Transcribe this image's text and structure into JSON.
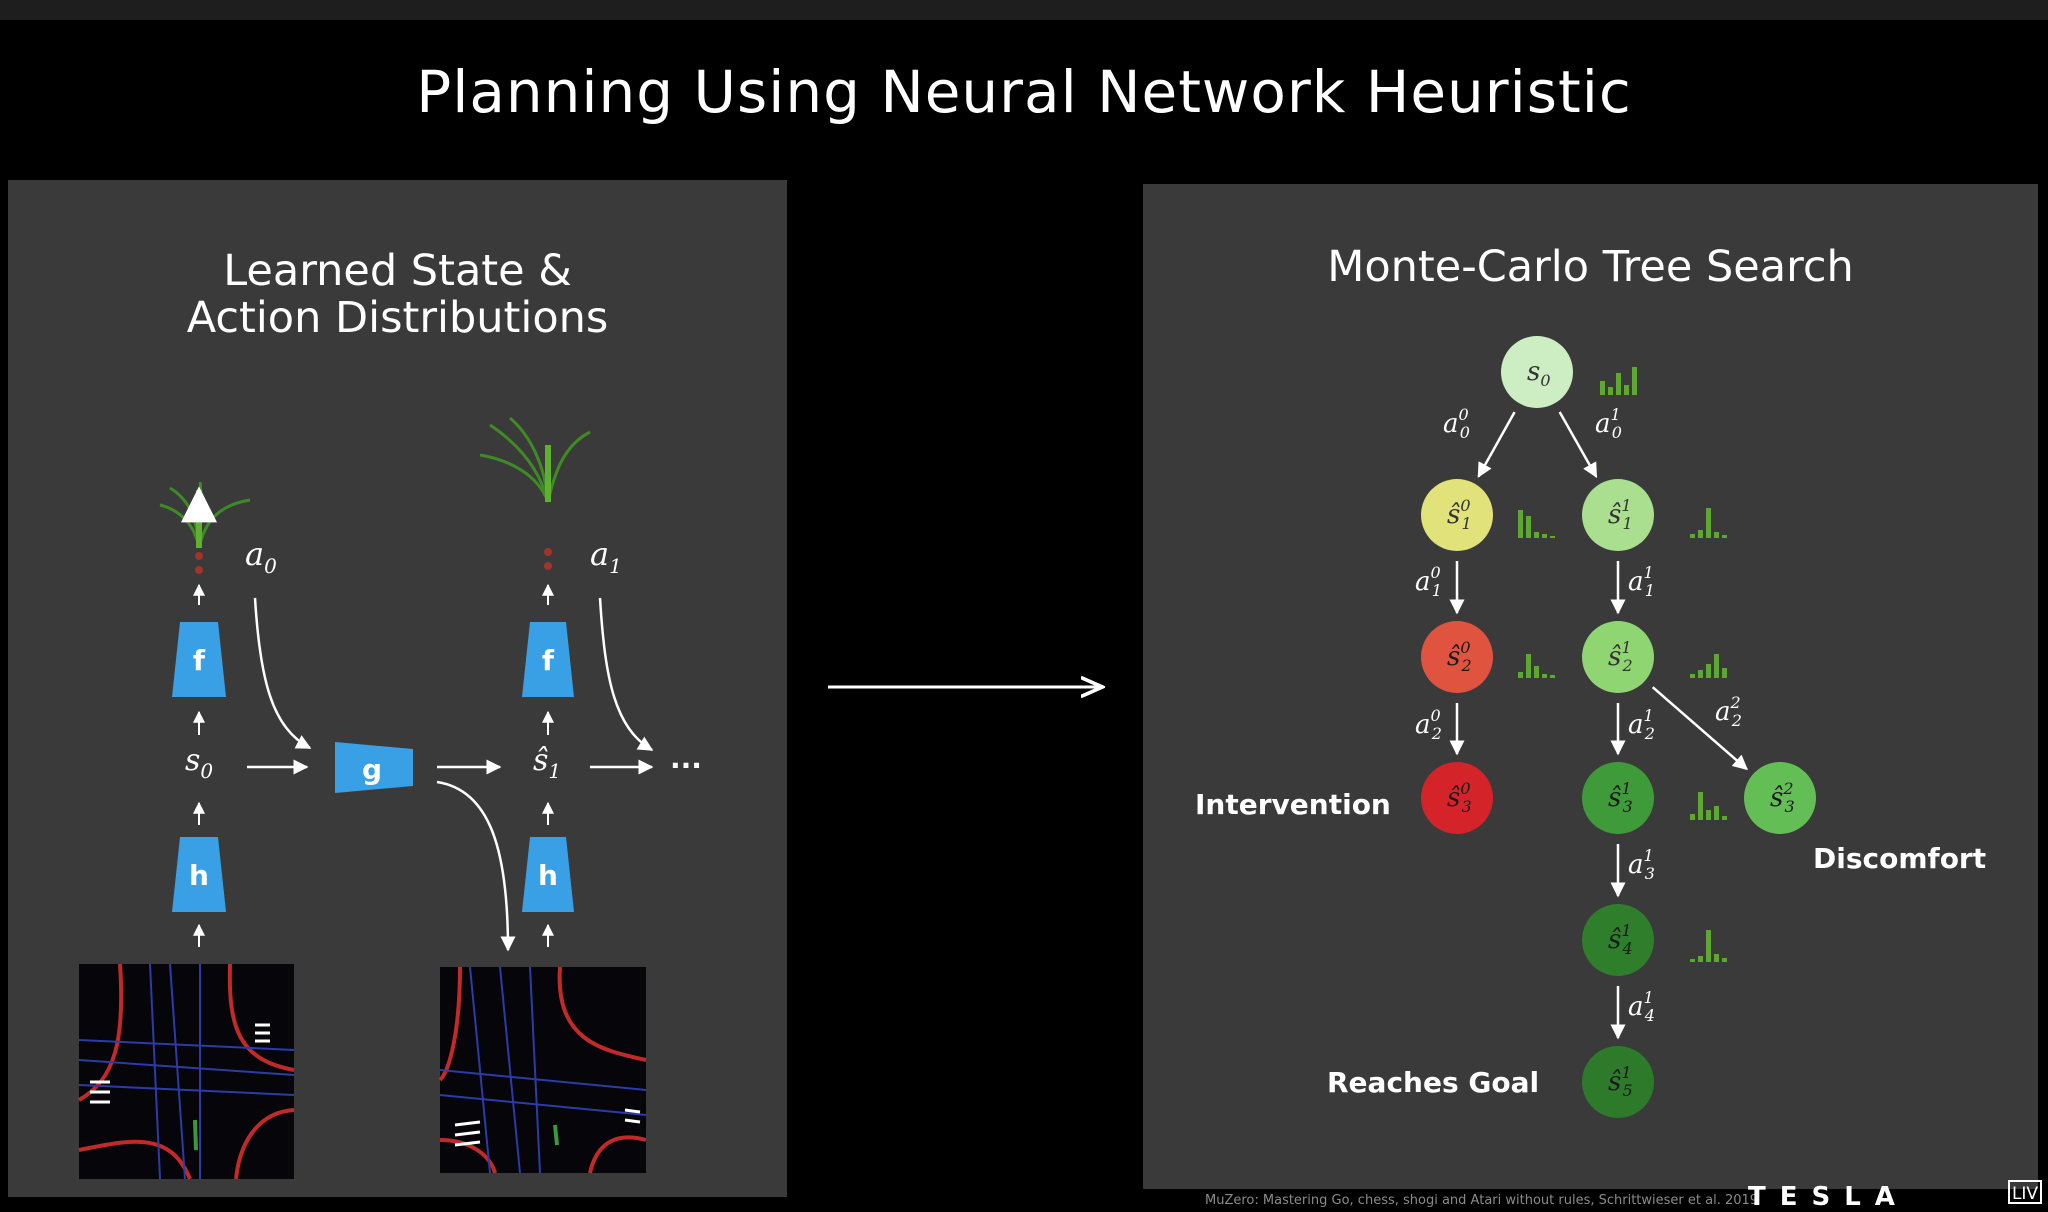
{
  "slide": {
    "title": "Planning Using Neural Network Heuristic"
  },
  "left_panel": {
    "title_line1": "Learned State &",
    "title_line2": "Action Distributions",
    "blocks": {
      "f": "f",
      "g": "g",
      "h": "h"
    },
    "labels": {
      "a0": "a",
      "a0_sub": "0",
      "a1": "a",
      "a1_sub": "1",
      "s0": "s",
      "s0_sub": "0",
      "s1": "ŝ",
      "s1_sub": "1",
      "ellipsis": "···"
    }
  },
  "right_panel": {
    "title": "Monte-Carlo Tree Search",
    "annotations": {
      "intervention": "Intervention",
      "discomfort": "Discomfort",
      "reaches_goal": "Reaches Goal"
    },
    "nodes": [
      {
        "id": "s0",
        "base": "s",
        "sub": "0",
        "sup": "",
        "color": "#cdeec2"
      },
      {
        "id": "s1_0",
        "base": "ŝ",
        "sub": "1",
        "sup": "0",
        "color": "#e2e27a"
      },
      {
        "id": "s1_1",
        "base": "ŝ",
        "sub": "1",
        "sup": "1",
        "color": "#a9df8f"
      },
      {
        "id": "s2_0",
        "base": "ŝ",
        "sub": "2",
        "sup": "0",
        "color": "#e0533f"
      },
      {
        "id": "s2_1",
        "base": "ŝ",
        "sub": "2",
        "sup": "1",
        "color": "#8fd673"
      },
      {
        "id": "s3_0",
        "base": "ŝ",
        "sub": "3",
        "sup": "0",
        "color": "#d4242a"
      },
      {
        "id": "s3_1",
        "base": "ŝ",
        "sub": "3",
        "sup": "1",
        "color": "#3f9a3a"
      },
      {
        "id": "s3_2",
        "base": "ŝ",
        "sub": "3",
        "sup": "2",
        "color": "#63bf55"
      },
      {
        "id": "s4_1",
        "base": "ŝ",
        "sub": "4",
        "sup": "1",
        "color": "#2f7e2c"
      },
      {
        "id": "s5_1",
        "base": "ŝ",
        "sub": "5",
        "sup": "1",
        "color": "#2d7a2a"
      }
    ],
    "edges": [
      {
        "base": "a",
        "sub": "0",
        "sup": "0"
      },
      {
        "base": "a",
        "sub": "0",
        "sup": "1"
      },
      {
        "base": "a",
        "sub": "1",
        "sup": "0"
      },
      {
        "base": "a",
        "sub": "1",
        "sup": "1"
      },
      {
        "base": "a",
        "sub": "2",
        "sup": "0"
      },
      {
        "base": "a",
        "sub": "2",
        "sup": "1"
      },
      {
        "base": "a",
        "sub": "2",
        "sup": "2"
      },
      {
        "base": "a",
        "sub": "3",
        "sup": "1"
      },
      {
        "base": "a",
        "sub": "4",
        "sup": "1"
      }
    ]
  },
  "footer": {
    "citation": "MuZero: Mastering Go, chess, shogi and Atari without rules, Schrittwieser et al. 2019",
    "logo": "TESLA",
    "live_badge": "LIV"
  },
  "colors": {
    "block_blue": "#3aa0e6",
    "panel_bg": "#3a3a3a",
    "histogram_green": "#5ea832"
  }
}
